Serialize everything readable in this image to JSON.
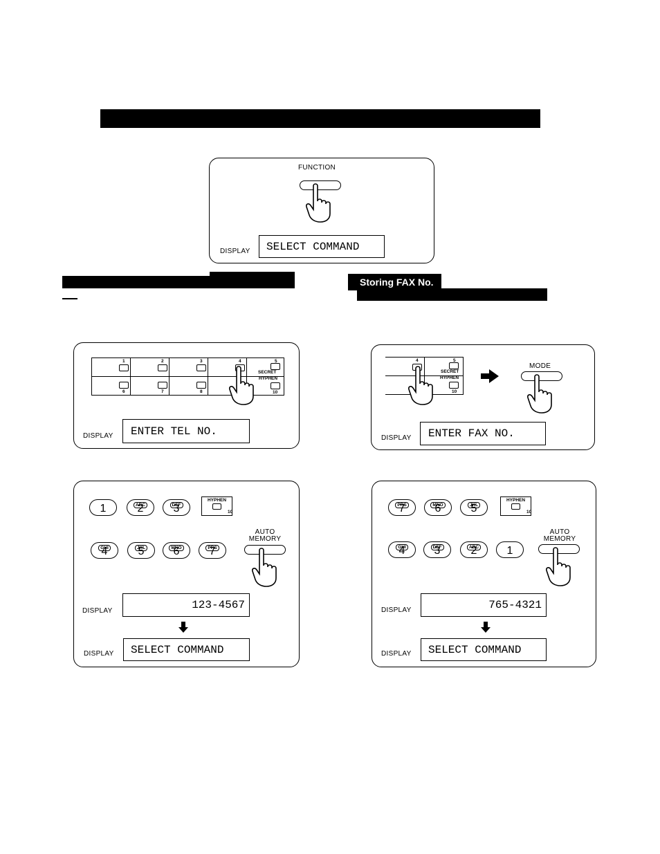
{
  "section_heading": "Storing FAX No.",
  "function_panel": {
    "key_label": "FUNCTION",
    "display_label": "DISPLAY",
    "display_text": "SELECT COMMAND"
  },
  "tel_panel_1": {
    "row1_numbers": [
      "1",
      "2",
      "3",
      "4",
      "5"
    ],
    "row2_numbers": [
      "6",
      "7",
      "8",
      "",
      "10"
    ],
    "secret_label": "SECRET",
    "hyphen_label": "HYPHEN",
    "display_label": "DISPLAY",
    "display_text": "ENTER TEL NO."
  },
  "fax_panel_1": {
    "row1_numbers": [
      "4",
      "5"
    ],
    "row2_numbers": [
      "",
      "10"
    ],
    "secret_label": "SECRET",
    "hyphen_label": "HYPHEN",
    "mode_label": "MODE",
    "display_label": "DISPLAY",
    "display_text": "ENTER FAX NO."
  },
  "tel_panel_2": {
    "row1": [
      {
        "digit": "1",
        "letters": ""
      },
      {
        "digit": "2",
        "letters": "ABC"
      },
      {
        "digit": "3",
        "letters": "DEF"
      }
    ],
    "row2": [
      {
        "digit": "4",
        "letters": "GHI"
      },
      {
        "digit": "5",
        "letters": "JKL"
      },
      {
        "digit": "6",
        "letters": "MNO"
      },
      {
        "digit": "7",
        "letters": "PRS"
      }
    ],
    "hyphen_label": "HYPHEN",
    "hyphen_number": "10",
    "auto_memory_label_1": "AUTO",
    "auto_memory_label_2": "MEMORY",
    "display_label": "DISPLAY",
    "display_text_1": "123-4567",
    "display_text_2": "SELECT COMMAND"
  },
  "fax_panel_2": {
    "row1": [
      {
        "digit": "7",
        "letters": "PRS"
      },
      {
        "digit": "6",
        "letters": "MNO"
      },
      {
        "digit": "5",
        "letters": "JKL"
      }
    ],
    "row2": [
      {
        "digit": "4",
        "letters": "GHI"
      },
      {
        "digit": "3",
        "letters": "DEF"
      },
      {
        "digit": "2",
        "letters": "ABC"
      },
      {
        "digit": "1",
        "letters": ""
      }
    ],
    "hyphen_label": "HYPHEN",
    "hyphen_number": "10",
    "auto_memory_label_1": "AUTO",
    "auto_memory_label_2": "MEMORY",
    "display_label": "DISPLAY",
    "display_text_1": "765-4321",
    "display_text_2": "SELECT COMMAND"
  }
}
